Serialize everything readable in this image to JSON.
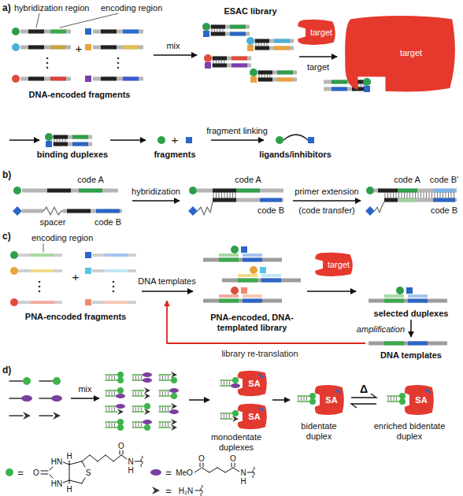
{
  "diagram": {
    "nodes": [
      {
        "text": [
          "target"
        ]
      },
      {
        "text": [
          "target"
        ]
      },
      {
        "text": [
          "target"
        ]
      },
      {
        "text": [
          "SA"
        ]
      },
      {
        "text": [
          "SA"
        ]
      },
      {
        "text": [
          "SA"
        ]
      },
      {
        "text": [
          "SA"
        ]
      }
    ],
    "labels": [
      "a)",
      "hybridization region",
      "encoding region",
      "+",
      "DNA-encoded fragments",
      "mix",
      "ESAC library",
      "target",
      "binding duplexes",
      "+",
      "fragments",
      "fragment linking",
      "ligands/inhibitors",
      "b)",
      "code A",
      "spacer",
      "code B",
      "hybridization",
      "code A",
      "code B",
      "primer extension",
      "(code transfer)",
      "code A",
      "code B'",
      "code B",
      "c)",
      "encoding region",
      "+",
      "PNA-encoded fragments",
      "DNA templates",
      "PNA-encoded, DNA-templated library",
      "selected duplexes",
      "amplification",
      "DNA templates",
      "library re-translation",
      "d)",
      "mix",
      "monodentate duplexes",
      "bidentate duplex",
      "Δ",
      "enriched bidentate duplex",
      "=",
      "O",
      "HN",
      "HN",
      "H",
      "H",
      "S",
      "O",
      "N",
      "H",
      "=",
      "MeO",
      "O",
      "O",
      "N",
      "H",
      "=",
      "H₂N"
    ]
  }
}
